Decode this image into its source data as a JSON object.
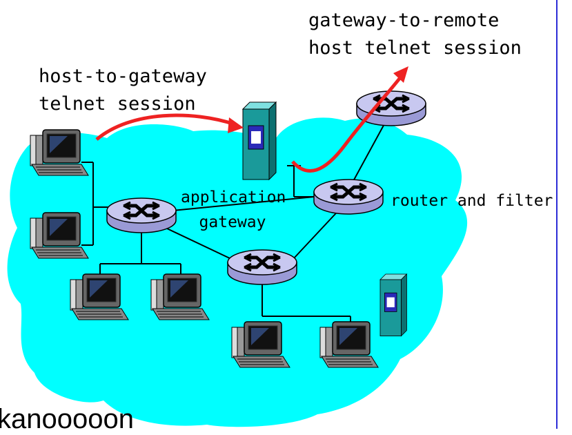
{
  "labels": {
    "gateway_to_remote_line1": "gateway-to-remote",
    "gateway_to_remote_line2": "host telnet session",
    "host_to_gateway_line1": "host-to-gateway",
    "host_to_gateway_line2": "telnet session",
    "app_gateway_line1": "application",
    "app_gateway_line2": "gateway",
    "router_filter": "router and filter"
  },
  "bottom_text": "kanooooon",
  "colors": {
    "network_cloud": "#00ffff",
    "session_arrow": "#ee2222",
    "router_fill": "#c8c8f0",
    "server_body": "#1a9a9a",
    "link_line": "#000000",
    "side_border": "#2b2bd6"
  },
  "icons": [
    "router-icon",
    "workstation-icon",
    "server-icon"
  ]
}
